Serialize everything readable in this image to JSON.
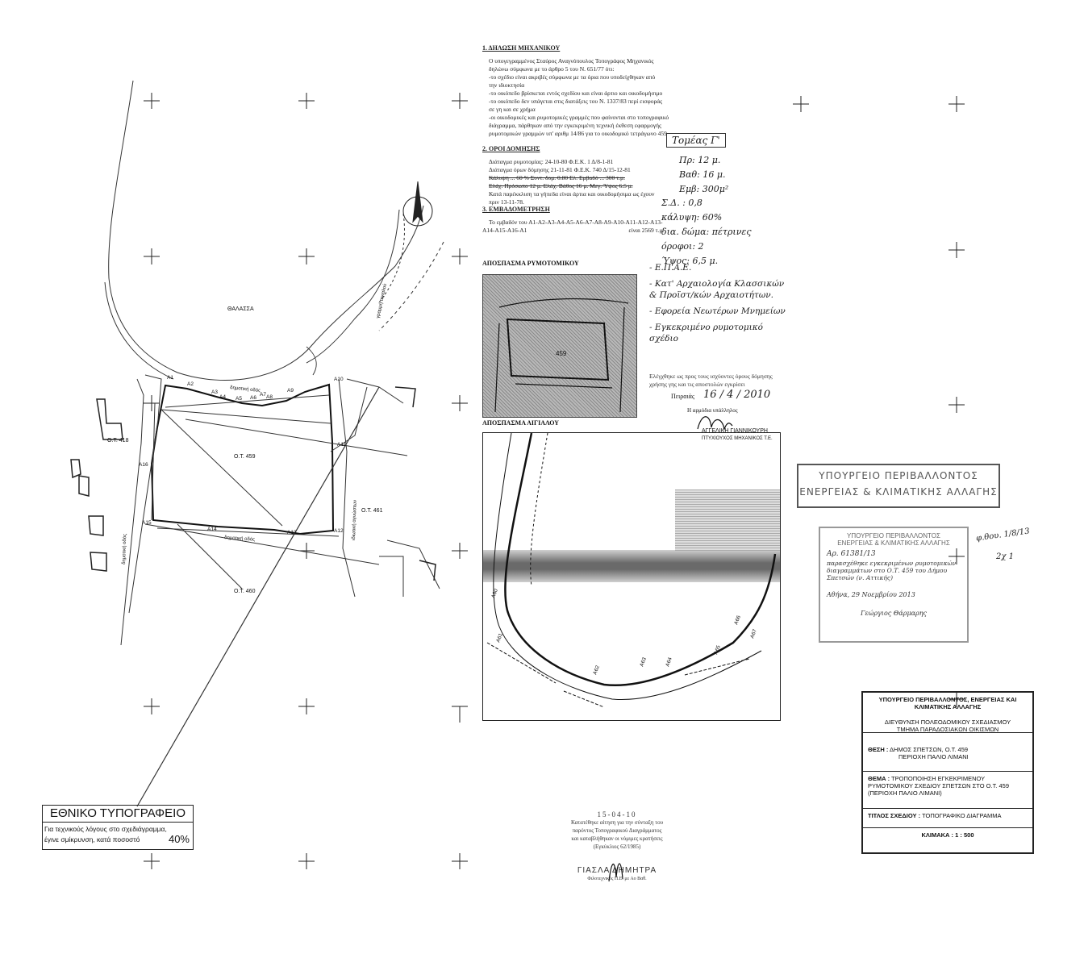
{
  "declaration": {
    "title": "1. ΔΗΛΩΣΗ ΜΗΧΑΝΙΚΟΥ",
    "lines": [
      "Ο υπογεγραμμένος Σταύρος Αναγνόπουλος Τοπογράφος Μηχανικός",
      "δηλώνω σύμφωνα με το άρθρο 5 του Ν. 651/77 ότι:",
      "-το σχέδιο είναι ακριβές σύμφωνα με τα όρια που υποδείχθηκαν από",
      "την ιδιοκτησία",
      "-το οικόπεδο βρίσκεται εντός σχεδίου και είναι άρτιο και οικοδομήσιμο",
      "-το οικόπεδο δεν υπάγεται στις διατάξεις του Ν. 1337/83 περί εισφοράς",
      "σε γη και σε χρήμα",
      "-οι οικοδομικές και ρυμοτομικές γραμμές που φαίνονται στο τοπογραφικό",
      "διάγραμμα, πάρθηκαν από την εγκεκριμένη τεχνική έκθεση εφαρμογής",
      "ρυμοτομικών γραμμών υπ' αριθμ 14/86 για το οικοδομικό τετράγωνο 459"
    ]
  },
  "terms": {
    "title": "2. ΟΡΟΙ ΔΟΜΗΣΗΣ",
    "line1": "Διάταγμα ρυμοτομίας: 24-10-80   Φ.Ε.Κ. 1 Δ/8-1-81",
    "line2": "Διάταγμα όρων δόμησης 21-11-81   Φ.Ε.Κ. 740 Δ/15-12-81",
    "line3": "Κάλυψη ... 60 %   Συντ. δομ. 0.80   Ελ. Εμβαδό ... 300 τ.μ.",
    "line4": "Ελάχ. Πρόσωπο 12 μ. Ελάχ. Βάθος 16 μ. Μεγ. Ύψος 6.5 μ.",
    "line5": "Κατά παρέκκλιση τα γήπεδα είναι άρτια και οικοδομήσιμα ως έχουν",
    "line6": "πριν 13-11-78."
  },
  "area": {
    "title": "3. ΕΜΒΑΔΟΜΕΤΡΗΣΗ",
    "line1": "Το εμβαδόν του Α1-Α2-Α3-Α4-Α5-Α6-Α7-Α8-Α9-Α10-Α11-Α12-Α13-",
    "line2": "Α14-Α15-Α16-Α1",
    "line3": "είναι   2569  τ.μ."
  },
  "handwritten": {
    "sector": "Τομέας Γ'",
    "frontage": "Πρ: 12 μ.",
    "depth": "Βαθ: 16 μ.",
    "area": "Εμβ: 300μ²",
    "far": "Σ.Δ. : 0,8",
    "coverage": "κάλυψη: 60%",
    "roof": "δια. δώμα: πέτρινες",
    "floors": "όροφοι: 2",
    "height": "Ύψος: 6,5 μ.",
    "list": [
      "- Ε.Π.Α.Ε.",
      "- Κατ' Αρχαιολογία Κλασσικών & Προϊστ/κών Αρχαιοτήτων.",
      "- Εφορεία Νεωτέρων Μνημείων",
      "- Εγκεκριμένο ρυμοτομικό σχέδιο"
    ],
    "side_note1": "φ.θου. 1/8/13",
    "side_note2": "2χ 1"
  },
  "excerpts": {
    "zoning_title": "ΑΠΟΣΠΑΣΜΑ ΡΥΜΟΤΟΜΙΚΟΥ",
    "shore_title": "ΑΠΟΣΠΑΣΜΑ ΑΙΓΙΑΛΟΥ",
    "zoning_block_label": "459",
    "shore_labels": [
      "Α60",
      "Α61",
      "Α62",
      "Α63",
      "Α64",
      "Α65",
      "Α66",
      "Α67"
    ]
  },
  "certification": {
    "line1": "Ελέγχθηκε ως προς τους ισχύοντες όρους δόμησης",
    "line2": "χρήσης γης και τις αποστολών εγκρίσει",
    "place_date_label": "Πειραιάς",
    "date": "16 / 4 / 2010",
    "official": "Η αρμόδια υπάλληλος",
    "name": "ΑΓΓΕΛΙΚΗ ΓΙΑΝΝΙΚΟΥΡΗ",
    "role": "ΠΤΥΧΙΟΥΧΟΣ ΜΗΧΑΝΙΚΟΣ Τ.Ε."
  },
  "ministry_stamp": {
    "line1": "ΥΠΟΥΡΓΕΙΟ ΠΕΡΙΒΑΛΛΟΝΤΟΣ",
    "line2": "ΕΝΕΡΓΕΙΑΣ & ΚΛΙΜΑΤΙΚΗΣ ΑΛΛΑΓΗΣ"
  },
  "faded_stamp": {
    "line1": "ΥΠΟΥΡΓΕΙΟ ΠΕΡΙΒΑΛΛΟΝΤΟΣ",
    "line2": "ΕΝΕΡΓΕΙΑΣ & ΚΛΙΜΑΤΙΚΗΣ ΑΛΛΑΓΗΣ",
    "ref": "Αρ. 61381/13",
    "subject": "παρασχέθηκε εγκεκριμένων ρυμοτομικών διαγραμμάτων στο Ο.Τ. 459 του Δήμου Σπετσών (ν. Αττικής)",
    "date": "Αθήνα, 29 Νοεμβρίου 2013",
    "signer": "Γεώργιος Θάρμαρης"
  },
  "title_block": {
    "ministry": "ΥΠΟΥΡΓΕΙΟ ΠΕΡΙΒΑΛΛΟΝΤΟΣ, ΕΝΕΡΓΕΙΑΣ ΚΑΙ ΚΛΙΜΑΤΙΚΗΣ ΑΛΛΑΓΗΣ",
    "directorate": "ΔΙΕΥΘΥΝΣΗ ΠΟΛΕΟΔΟΜΙΚΟΥ ΣΧΕΔΙΑΣΜΟΥ",
    "department": "ΤΜΗΜΑ ΠΑΡΑΔΟΣΙΑΚΩΝ ΟΙΚΙΣΜΩΝ",
    "location_label": "ΘΕΣΗ :",
    "location_value": "ΔΗΜΟΣ ΣΠΕΤΣΩΝ,  Ο.Τ. 459",
    "location_value2": "ΠΕΡΙΟΧΗ ΠΑΛΙΟ ΛΙΜΑΝΙ",
    "subject_label": "ΘΕΜΑ :",
    "subject_value": "ΤΡΟΠΟΠΟΙΗΣΗ ΕΓΚΕΚΡΙΜΕΝΟΥ ΡΥΜΟΤΟΜΙΚΟΥ ΣΧΕΔΙΟΥ ΣΠΕΤΣΩΝ ΣΤΟ Ο.Τ. 459 (ΠΕΡΙΟΧΗ ΠΑΛΙΟ ΛΙΜΑΝΙ)",
    "drawing_label": "ΤΙΤΛΟΣ ΣΧΕΔΙΟΥ :",
    "drawing_value": "ΤΟΠΟΓΡΑΦΙΚΟ ΔΙΑΓΡΑΜΜΑ",
    "scale_label": "ΚΛΙΜΑΚΑ :",
    "scale_value": "1 : 500"
  },
  "national_printing": {
    "title": "ΕΘΝΙΚΟ ΤΥΠΟΓΡΑΦΕΙΟ",
    "line1": "Για τεχνικούς λόγους στο σχεδιάγραμμα,",
    "line2": "έγινε σμίκρυνση, κατά ποσοστό",
    "percent": "40%"
  },
  "bottom_stamp": {
    "date": "15-04-10",
    "line1": "Κατατέθηκε αίτηση για την σύνταξη του",
    "line2": "παρόντος Τοπογραφικού Διαγράμματος",
    "line3": "και καταβλήθηκαν οι νόμιμες κρατήσεις",
    "line4": "(Εγκύκλιος 62/1985)",
    "name": "ΓΙΑΣΛΑ ΔΗΜΗΤΡΑ",
    "role": "Φιλοτεχνικός Π.Ε. με Αο Βαθ."
  },
  "map": {
    "sea": "ΘΑΛΑΣΣΑ",
    "road_municipal": "δημοτική οδός",
    "shore_line": "γραμμή αιγιαλού",
    "block_459": "Ο.Τ. 459",
    "block_461": "Ο.Τ. 461",
    "block_460": "Ο.Τ. 460",
    "block_418": "Ο.Τ. 418",
    "pedestrian": "ιδιωτική αγνώστων",
    "points": [
      "Α1",
      "Α2",
      "Α3",
      "Α4",
      "Α5",
      "Α6",
      "Α7",
      "Α8",
      "Α9",
      "Α10",
      "Α11",
      "Α12",
      "Α13",
      "Α14",
      "Α15",
      "Α16"
    ]
  }
}
